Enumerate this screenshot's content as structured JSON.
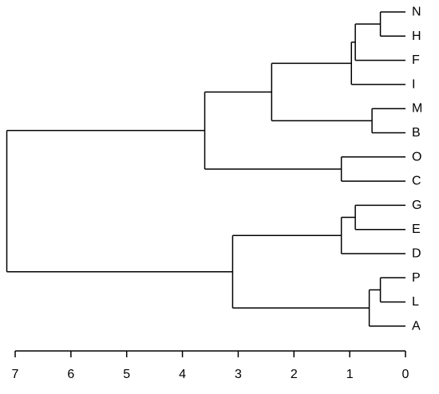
{
  "chart_data": {
    "type": "dendrogram",
    "orientation": "left",
    "xlim": [
      7,
      0
    ],
    "x_ticks": [
      "7",
      "6",
      "5",
      "4",
      "3",
      "2",
      "1",
      "0"
    ],
    "leaves": [
      "N",
      "H",
      "F",
      "I",
      "M",
      "B",
      "O",
      "C",
      "G",
      "E",
      "D",
      "P",
      "L",
      "A"
    ],
    "merges": [
      {
        "members": [
          "N",
          "H"
        ],
        "height": 0.45
      },
      {
        "members": [
          "N",
          "H",
          "F"
        ],
        "height": 0.9
      },
      {
        "members": [
          "N",
          "H",
          "F",
          "I"
        ],
        "height": 0.97
      },
      {
        "members": [
          "M",
          "B"
        ],
        "height": 0.6
      },
      {
        "members": [
          "N",
          "H",
          "F",
          "I",
          "M",
          "B"
        ],
        "height": 2.4
      },
      {
        "members": [
          "O",
          "C"
        ],
        "height": 1.15
      },
      {
        "members": [
          "N",
          "H",
          "F",
          "I",
          "M",
          "B",
          "O",
          "C"
        ],
        "height": 3.6
      },
      {
        "members": [
          "G",
          "E"
        ],
        "height": 0.9
      },
      {
        "members": [
          "G",
          "E",
          "D"
        ],
        "height": 1.15
      },
      {
        "members": [
          "P",
          "L"
        ],
        "height": 0.45
      },
      {
        "members": [
          "P",
          "L",
          "A"
        ],
        "height": 0.65
      },
      {
        "members": [
          "G",
          "E",
          "D",
          "P",
          "L",
          "A"
        ],
        "height": 3.1
      },
      {
        "members": [
          "N",
          "H",
          "F",
          "I",
          "M",
          "B",
          "O",
          "C",
          "G",
          "E",
          "D",
          "P",
          "L",
          "A"
        ],
        "height": 7.15
      }
    ]
  }
}
